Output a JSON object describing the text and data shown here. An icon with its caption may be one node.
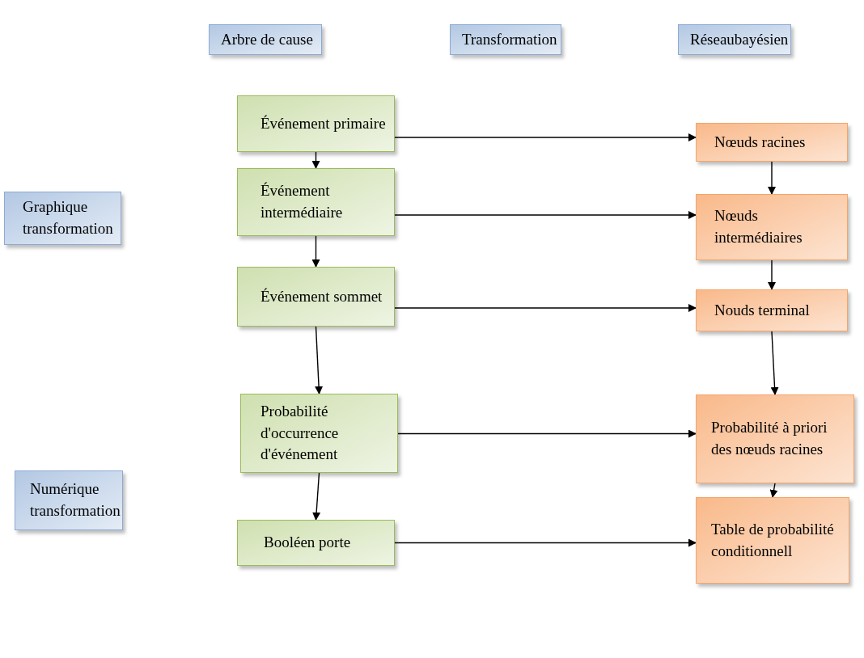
{
  "diagram": {
    "nodes": [
      {
        "text": [
          "Arbre de cause"
        ]
      },
      {
        "text": [
          "Transformation"
        ]
      },
      {
        "text": [
          "Réseaubayésien"
        ]
      },
      {
        "text": [
          "Événement primaire"
        ]
      },
      {
        "text": [
          "Nœuds racines"
        ]
      },
      {
        "text": [
          "Graphique transformation"
        ]
      },
      {
        "text": [
          "Événement intermédiaire"
        ]
      },
      {
        "text": [
          "Nœuds intermédiaires"
        ]
      },
      {
        "text": [
          "Événement sommet"
        ]
      },
      {
        "text": [
          "Nouds terminal"
        ]
      },
      {
        "text": [
          "Probabilité d'occurrence d'événement"
        ]
      },
      {
        "text": [
          "Probabilité à priori des nœuds racines"
        ]
      },
      {
        "text": [
          "Numérique transformation"
        ]
      },
      {
        "text": [
          "Booléen porte"
        ]
      },
      {
        "text": [
          "Table de probabilité conditionnell"
        ]
      }
    ],
    "edges": [
      {
        "from": 3,
        "to": 4,
        "arrow": "to"
      },
      {
        "from": 3,
        "to": 6,
        "arrow": "to"
      },
      {
        "from": 4,
        "to": 7,
        "arrow": "to"
      },
      {
        "from": 6,
        "to": 7,
        "arrow": "to"
      },
      {
        "from": 6,
        "to": 8,
        "arrow": "to"
      },
      {
        "from": 7,
        "to": 9,
        "arrow": "to"
      },
      {
        "from": 8,
        "to": 9,
        "arrow": "to"
      },
      {
        "from": 8,
        "to": 10,
        "arrow": "to"
      },
      {
        "from": 9,
        "to": 11,
        "arrow": "to"
      },
      {
        "from": 10,
        "to": 11,
        "arrow": "to"
      },
      {
        "from": 10,
        "to": 13,
        "arrow": "to"
      },
      {
        "from": 11,
        "to": 14,
        "arrow": "to"
      },
      {
        "from": 13,
        "to": 14,
        "arrow": "to"
      }
    ]
  }
}
